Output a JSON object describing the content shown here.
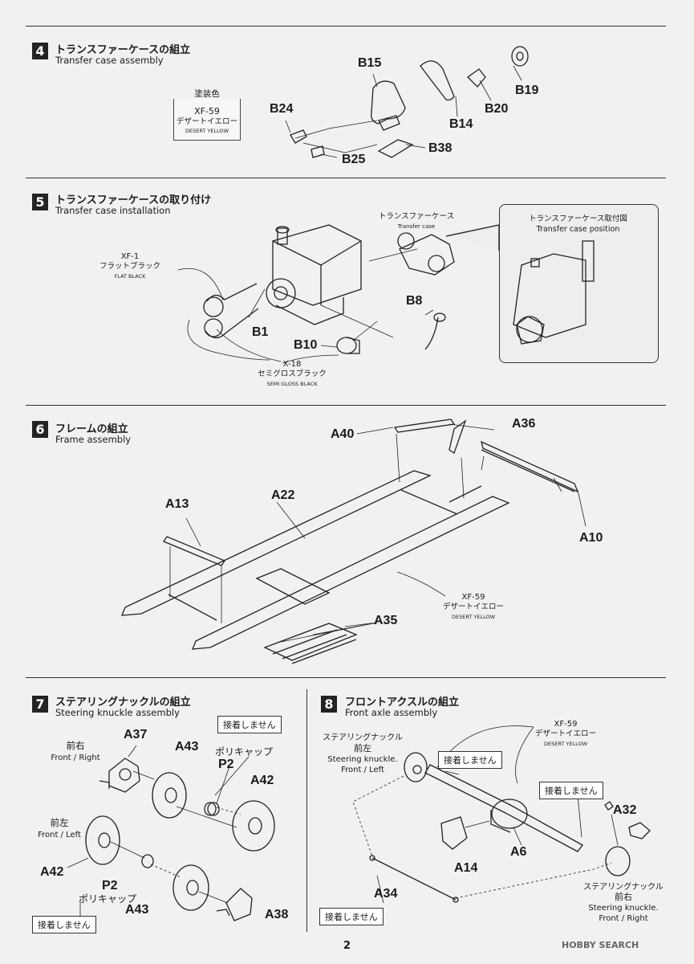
{
  "steps": [
    {
      "num": "4",
      "title": "トランスファーケースの組立",
      "subtitle": "Transfer case assembly"
    },
    {
      "num": "5",
      "title": "トランスファーケースの取り付け",
      "subtitle": "Transfer case installation"
    },
    {
      "num": "6",
      "title": "フレームの組立",
      "subtitle": "Frame assembly"
    },
    {
      "num": "7",
      "title": "ステアリングナックルの組立",
      "subtitle": "Steering knuckle assembly"
    },
    {
      "num": "8",
      "title": "フロントアクスルの組立",
      "subtitle": "Front axle assembly"
    }
  ],
  "step4": {
    "paint_heading": "塗装色",
    "paint_code": "XF-59",
    "paint_jp": "デザートイエロー",
    "paint_en": "DESERT YELLOW",
    "parts": [
      "B15",
      "B19",
      "B24",
      "B20",
      "B14",
      "B38",
      "B25"
    ]
  },
  "step5": {
    "paint1_code": "XF-1",
    "paint1_jp": "フラットブラック",
    "paint1_en": "FLAT BLACK",
    "paint2_code": "X-18",
    "paint2_jp": "セミグロスブラック",
    "paint2_en": "SEMI GLOSS BLACK",
    "tc_jp": "トランスファーケース",
    "tc_en": "Transfer case",
    "pos_jp": "トランスファーケース取付図",
    "pos_en": "Transfer case position",
    "parts": [
      "B8",
      "B1",
      "B10"
    ]
  },
  "step6": {
    "paint_code": "XF-59",
    "paint_jp": "デザートイエロー",
    "paint_en": "DESERT YELLOW",
    "parts": [
      "A40",
      "A36",
      "A13",
      "A22",
      "A10",
      "A35"
    ]
  },
  "step7": {
    "no_glue": "接着しません",
    "polycap_jp": "ポリキャップ",
    "front_right_jp": "前右",
    "front_right_en": "Front / Right",
    "front_left_jp": "前左",
    "front_left_en": "Front / Left",
    "parts": [
      "A37",
      "A43",
      "P2",
      "A42",
      "A42",
      "P2",
      "A43",
      "A38"
    ]
  },
  "step8": {
    "paint_code": "XF-59",
    "paint_jp": "デザートイエロー",
    "paint_en": "DESERT YELLOW",
    "knuckle_jp": "ステアリングナックル",
    "knuckle_en": "Steering knuckle.",
    "front_left_jp": "前左",
    "front_left_en": "Front / Left",
    "front_right_jp": "前右",
    "front_right_en": "Front / Right",
    "no_glue": "接着しません",
    "parts": [
      "A32",
      "A6",
      "A14",
      "A34"
    ]
  },
  "page_number": "2",
  "watermark": "HOBBY SEARCH"
}
